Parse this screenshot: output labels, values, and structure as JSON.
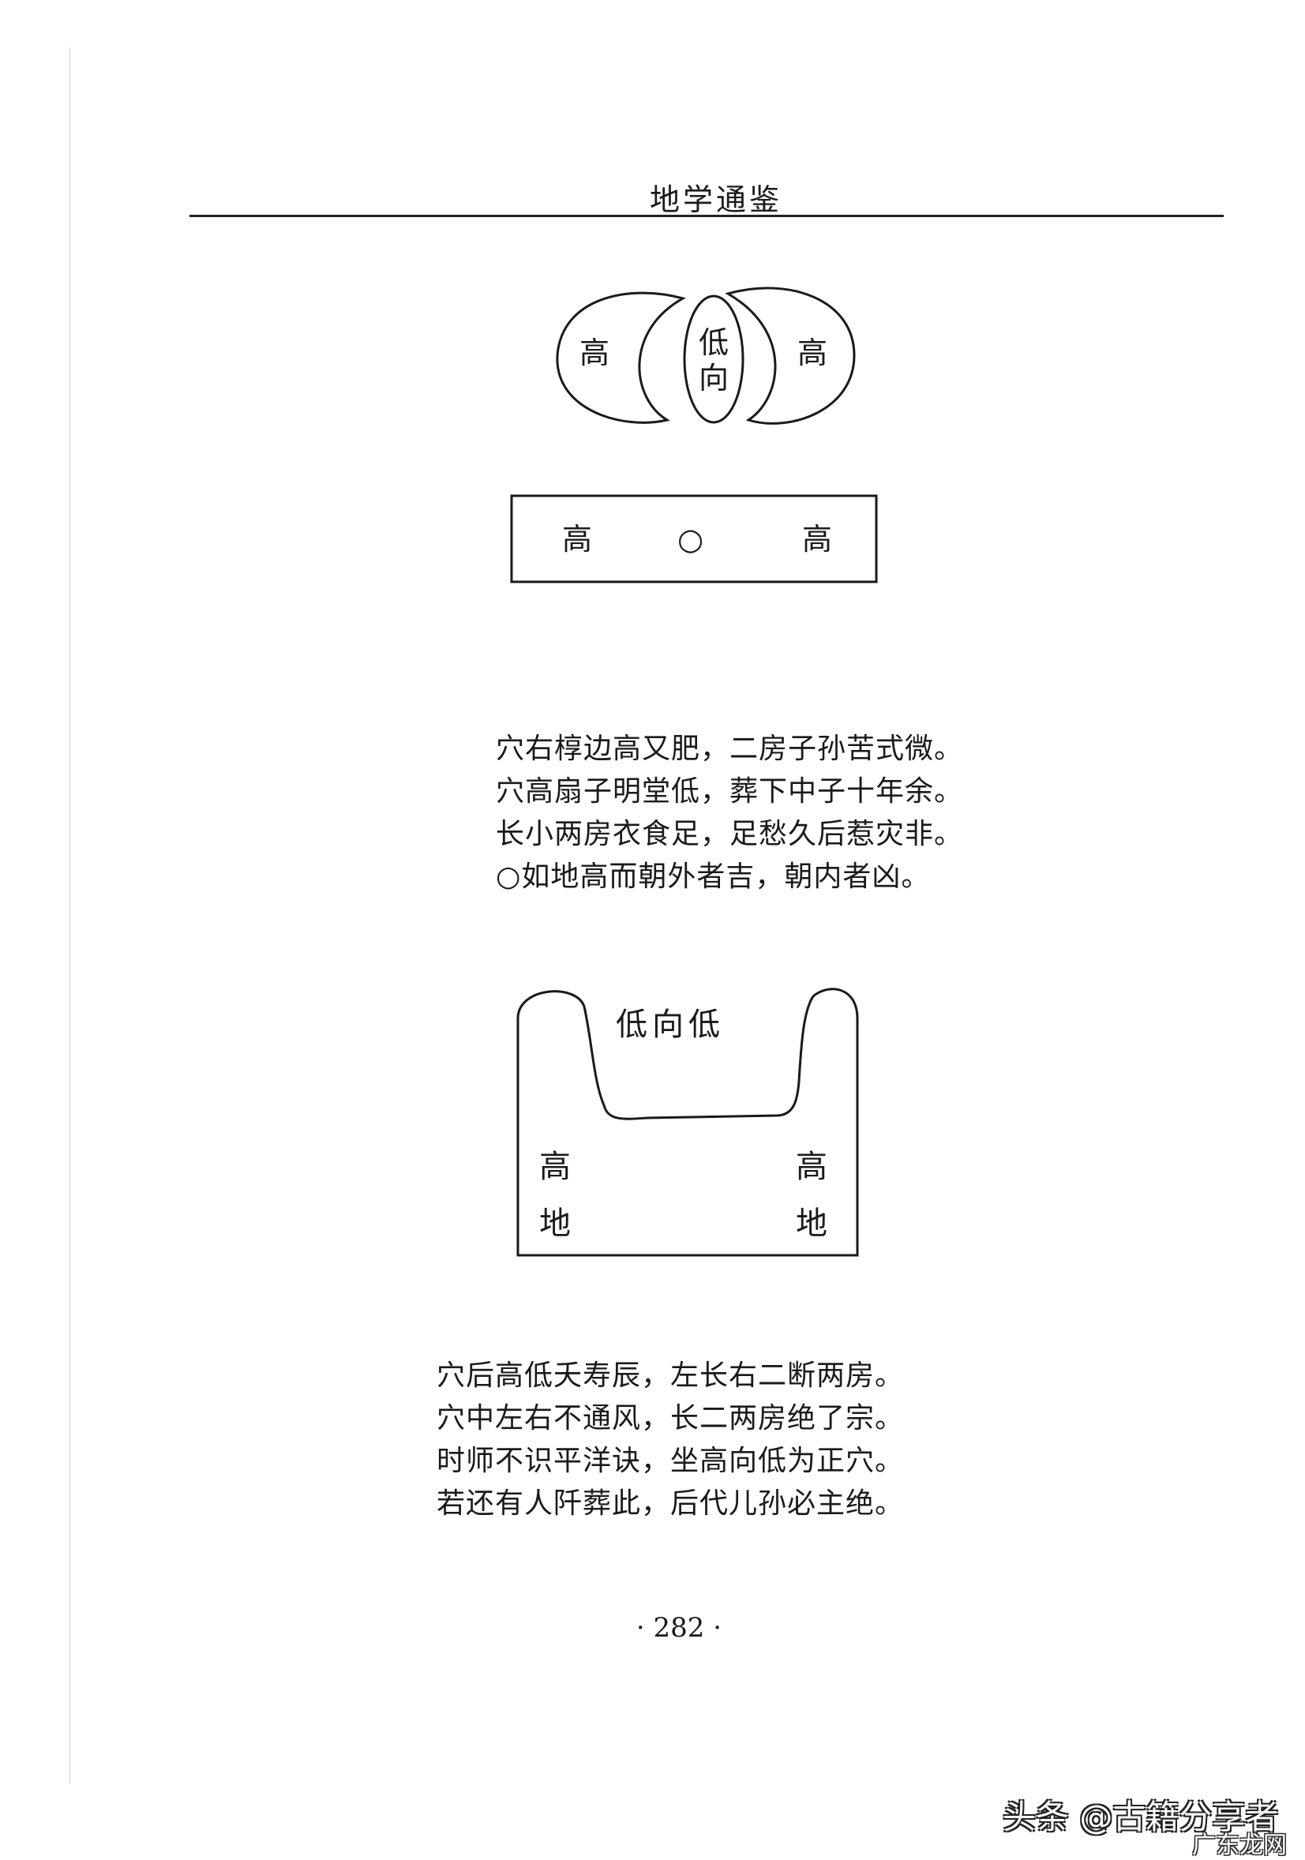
{
  "header": {
    "running_title": "地学通鉴"
  },
  "diagram1": {
    "left": "高",
    "center_top": "低",
    "center_bottom": "向",
    "right": "高"
  },
  "diagram2": {
    "left": "高",
    "center_symbol": "○",
    "right": "高"
  },
  "verse1": [
    "穴右椁边高又肥，二房子孙苦式微。",
    "穴高扇子明堂低，葬下中子十年余。",
    "长小两房衣食足，足愁久后惹灾非。",
    "○如地高而朝外者吉，朝内者凶。"
  ],
  "diagram3": {
    "top": "低向低",
    "left_top": "高",
    "left_bottom": "地",
    "right_top": "高",
    "right_bottom": "地"
  },
  "verse2": [
    "穴后高低夭寿辰，左长右二断两房。",
    "穴中左右不通风，长二两房绝了宗。",
    "时师不识平洋诀，坐高向低为正穴。",
    "若还有人阡葬此，后代儿孙必主绝。"
  ],
  "page_number": "· 282 ·",
  "watermark": {
    "main": "头条 @古籍分享者",
    "sub": "广东龙网"
  }
}
